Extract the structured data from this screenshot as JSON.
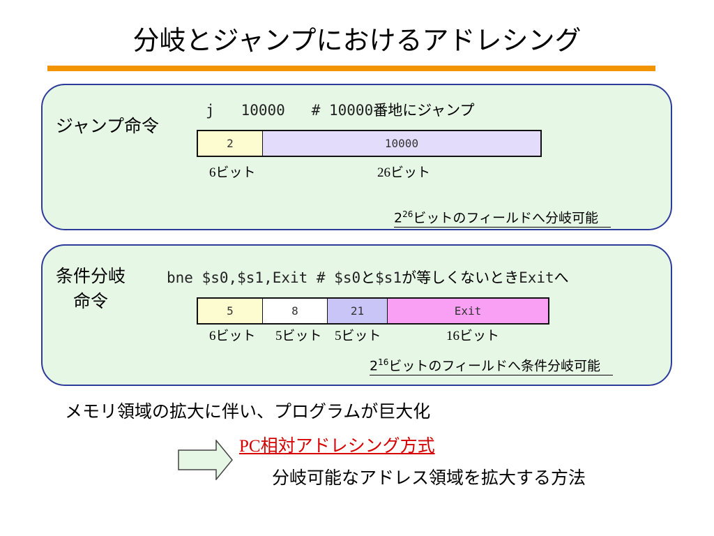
{
  "title": "分岐とジャンプにおけるアドレシング",
  "colors": {
    "rule": "#f29400",
    "box_fill": "#e6f7e6",
    "box_border": "#2d3b9a",
    "pc_text": "#d60000"
  },
  "jump": {
    "label": "ジャンプ命令",
    "code": "j   10000   # 10000",
    "code_comment_jp": "番地にジャンプ",
    "fields": [
      {
        "value": "2",
        "bits": "6ビット",
        "color": "#fdfbd0"
      },
      {
        "value": "10000",
        "bits": "26ビット",
        "color": "#e4dcfb"
      }
    ],
    "note_base": "2",
    "note_exp": "26",
    "note_text": "ビットのフィールドへ分岐可能"
  },
  "branch": {
    "label_line1": "条件分岐",
    "label_line2": "命令",
    "code": "bne $s0,$s1,Exit # $s0",
    "code_jp1": "と",
    "code_reg": "$s1",
    "code_jp2": "が等しくないとき",
    "code_exit": "Exit",
    "code_jp3": "へ",
    "fields": [
      {
        "value": "5",
        "bits": "6ビット",
        "color": "#fdfbd0"
      },
      {
        "value": "8",
        "bits": "5ビット",
        "color": "#ffffff"
      },
      {
        "value": "21",
        "bits": "5ビット",
        "color": "#c9c6f7"
      },
      {
        "value": "Exit",
        "bits": "16ビット",
        "color": "#f9a0f4"
      }
    ],
    "note_base": "2",
    "note_exp": "16",
    "note_text": "ビットのフィールドへ条件分岐可能"
  },
  "memory_text": "メモリ領域の拡大に伴い、プログラムが巨大化",
  "pc_method": "PC相対アドレシング方式",
  "method_desc": "分岐可能なアドレス領域を拡大する方法"
}
